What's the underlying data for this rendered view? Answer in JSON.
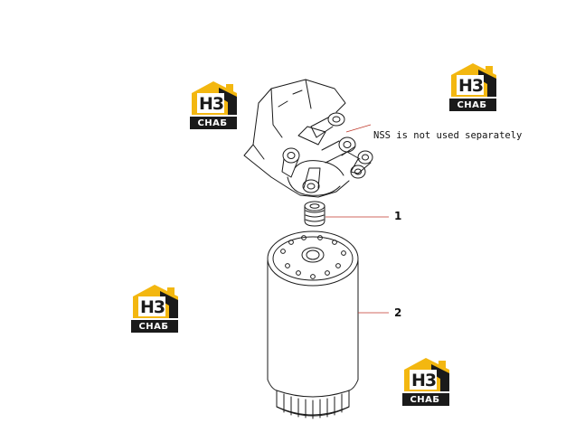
{
  "callouts": {
    "note": "NSS is not used separately",
    "item1": "1",
    "item2": "2"
  },
  "watermark": {
    "text_top": "H3",
    "text_bottom": "CHAБ",
    "color_yellow": "#f3b710",
    "color_dark": "#1a1a1a"
  },
  "colors": {
    "line": "#1a1a1a",
    "leader": "#c0392b"
  }
}
